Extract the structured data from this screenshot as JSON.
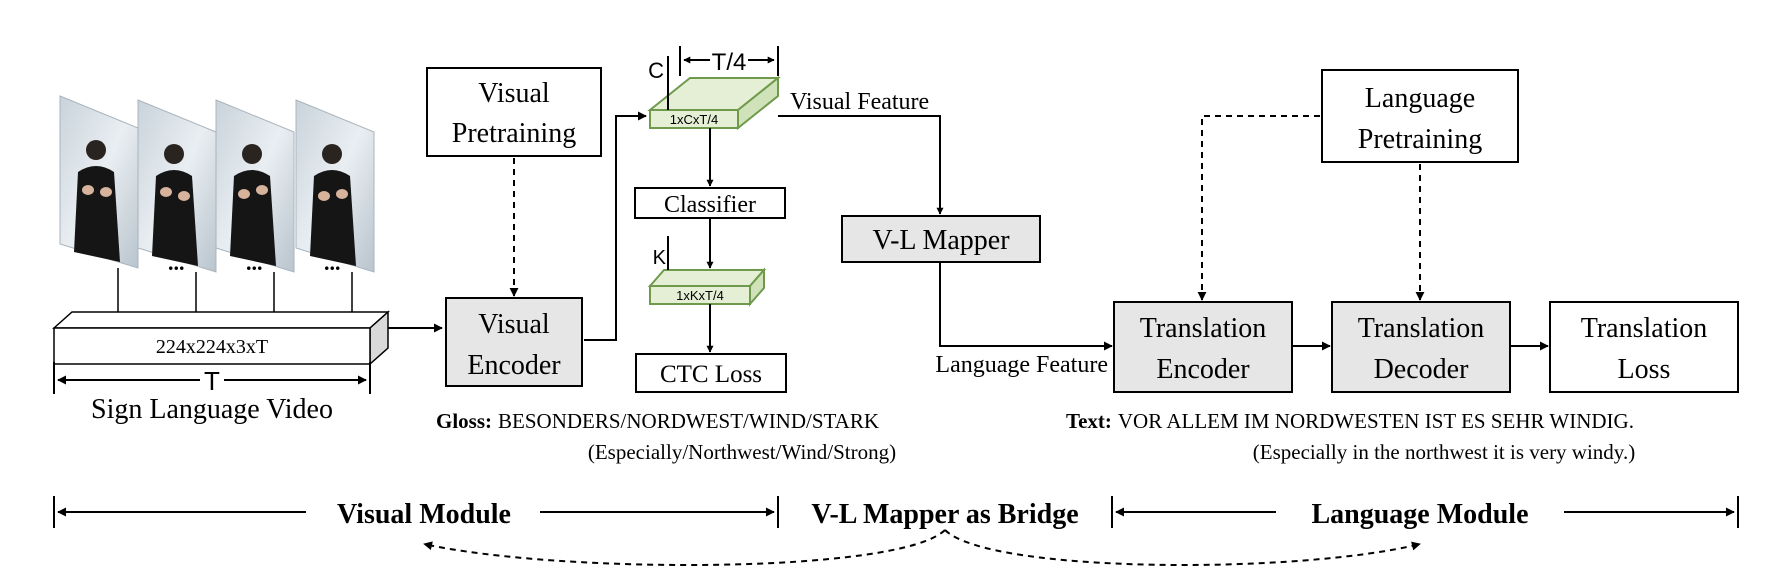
{
  "video": {
    "tensor_label": "224x224x3xT",
    "time_label": "T",
    "caption": "Sign Language Video",
    "ellipsis": "..."
  },
  "visual_pretraining": {
    "line1": "Visual",
    "line2": "Pretraining"
  },
  "visual_encoder": {
    "line1": "Visual",
    "line2": "Encoder"
  },
  "feature_block": {
    "channel_label": "C",
    "time_label": "T/4",
    "front_label": "1xCxT/4",
    "caption": "Visual Feature"
  },
  "classifier": {
    "label": "Classifier"
  },
  "logits_block": {
    "dim_label": "K",
    "front_label": "1xKxT/4"
  },
  "ctc_loss": {
    "label": "CTC Loss"
  },
  "vl_mapper": {
    "label": "V-L Mapper"
  },
  "language_feature": {
    "label": "Language Feature"
  },
  "language_pretraining": {
    "line1": "Language",
    "line2": "Pretraining"
  },
  "translation_encoder": {
    "line1": "Translation",
    "line2": "Encoder"
  },
  "translation_decoder": {
    "line1": "Translation",
    "line2": "Decoder"
  },
  "translation_loss": {
    "line1": "Translation",
    "line2": "Loss"
  },
  "gloss": {
    "prefix": "Gloss:",
    "text": "BESONDERS/NORDWEST/WIND/STARK",
    "translation": "(Especially/Northwest/Wind/Strong)"
  },
  "text_example": {
    "prefix": "Text:",
    "text": "VOR ALLEM IM NORDWESTEN IST ES SEHR WINDIG.",
    "translation": "(Especially in the northwest it is very windy.)"
  },
  "modules": {
    "visual": "Visual Module",
    "bridge": "V-L Mapper as Bridge",
    "language": "Language Module"
  },
  "colors": {
    "gray_box": "#e6e6e6",
    "green_face": "#e4efd6",
    "green_edge": "#6f9a4c"
  }
}
